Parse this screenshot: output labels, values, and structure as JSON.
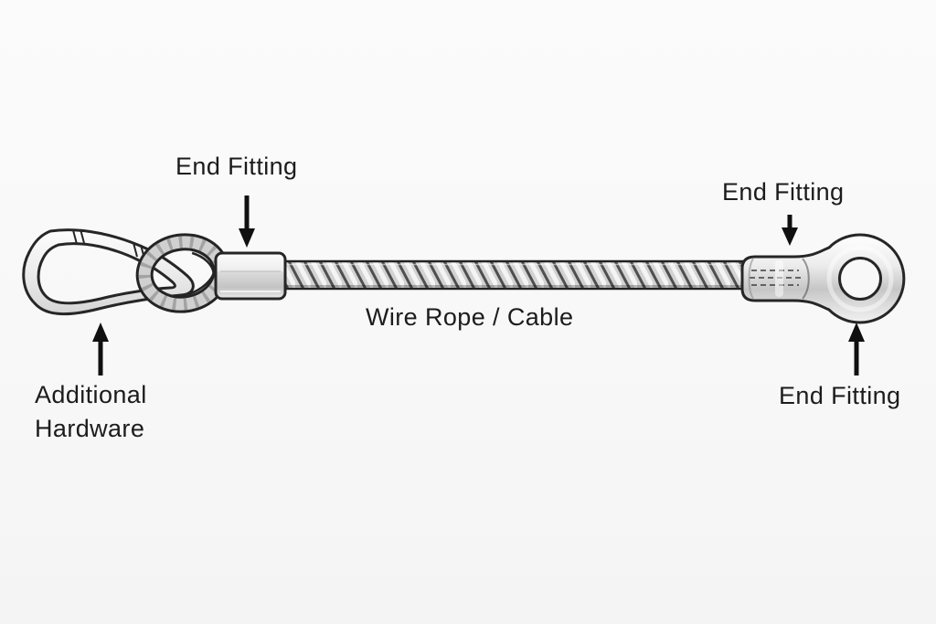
{
  "diagram": {
    "type": "labeled-illustration",
    "subject": "Wire rope cable assembly with swaged end fittings and carabiner",
    "labels": [
      {
        "id": "end-fitting-top-left",
        "text": "End Fitting"
      },
      {
        "id": "end-fitting-top-right",
        "text": "End Fitting"
      },
      {
        "id": "wire-rope-cable",
        "text": "Wire Rope / Cable"
      },
      {
        "id": "additional-hardware",
        "lines": [
          "Additional",
          "Hardware"
        ]
      },
      {
        "id": "end-fitting-bottom-right",
        "text": "End Fitting"
      }
    ],
    "graphics": [
      {
        "name": "carabiner-graphic",
        "depicts": "carabiner snap hook"
      },
      {
        "name": "cable-loop-graphic",
        "depicts": "wire rope eye loop"
      },
      {
        "name": "ferrule-graphic",
        "depicts": "swaged ferrule sleeve"
      },
      {
        "name": "wire-rope-graphic",
        "depicts": "twisted wire rope cable"
      },
      {
        "name": "eye-fitting-graphic",
        "depicts": "swaged eye terminal"
      }
    ],
    "colors": {
      "background": "#f8f8f8",
      "text": "#1c1c1c",
      "arrow": "#101010",
      "outline": "#262626",
      "metal_light": "#f2f2f2",
      "metal_shadow": "#c6c6c6",
      "cable_fill": "#d2d2d2",
      "cable_strand": "#4f4f4f"
    }
  }
}
